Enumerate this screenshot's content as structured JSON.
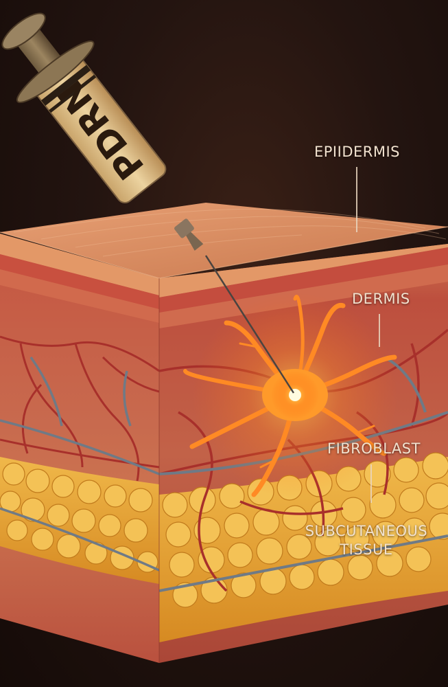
{
  "syringe": {
    "label": "PDRN"
  },
  "labels": {
    "epidermis": "EPIIDERMIS",
    "dermis": "DERMIS",
    "fibroblast": "FIBROBLAST",
    "subcutaneous_line1": "SUBCUTANEOUS",
    "subcutaneous_line2": "TISSUE"
  },
  "colors": {
    "skin_top": "#d98a5c",
    "dermis_red": "#b8453a",
    "fat_yellow": "#e6a535",
    "fibroblast_glow": "#ff9a2a",
    "label_text": "#f2e2cf"
  }
}
